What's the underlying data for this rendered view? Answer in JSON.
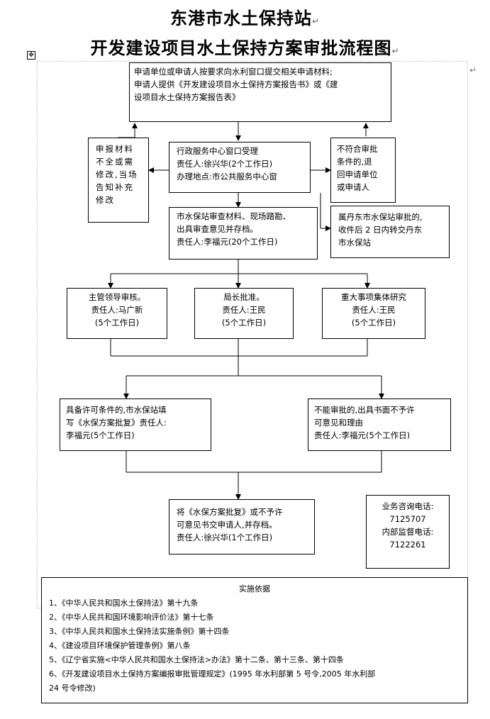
{
  "title": "东港市水土保持站",
  "subtitle": "开发建设项目水土保持方案审批流程图",
  "boxes": {
    "submit": [
      "申请单位或申请人按要求向水利窗口提交相关申请材料;",
      "申请人提供《开发建设项目水土保持方案报告书》或《建",
      "设项目水土保持方案报告表》"
    ],
    "incomplete": [
      "申报材料",
      "不全或需",
      "修改,当场",
      "告知补充",
      "修改"
    ],
    "window": [
      "行政服务中心窗口受理",
      "责任人:徐兴华(2个工作日)",
      "办理地点:市公共服务中心窗"
    ],
    "reject_return": [
      "不符合审批",
      "条件的,退",
      "回申请单位",
      "或申请人"
    ],
    "review": [
      "市水保站审查材料、现场踏勘、",
      "出具审查意见并存档。",
      "责任人:李福元(20个工作日)"
    ],
    "dandong": [
      "属丹东市水保站审批的,",
      "收件后 2 日内转交丹东",
      "市水保站"
    ],
    "leader": [
      "主管领导审核。",
      "责任人:马广新",
      "(5个工作日)"
    ],
    "director": [
      "局长批准。",
      "责任人:王民",
      "(5个工作日)"
    ],
    "major": [
      "重大事项集体研究",
      "责任人:王民",
      "(5个工作日)"
    ],
    "approve": [
      "具备许可条件的,市水保站填",
      "写《水保方案批复》责任人:",
      "李福元(5个工作日)"
    ],
    "deny": [
      "不能审批的,出具书面不予许",
      "可意见和理由",
      "责任人:李福元(5个工作日)"
    ],
    "deliver": [
      "将《水保方案批复》或不予许",
      "可意见书交申请人,并存档。",
      "责任人:徐兴华(1个工作日)"
    ],
    "contact": [
      "业务咨询电话:",
      "7125707",
      "内部监督电话:",
      "7122261"
    ]
  },
  "basis": {
    "heading": "实施依据",
    "items": [
      "1、《中华人民共和国水土保持法》第十九条",
      "2、《中华人民共和国环境影响评价法》第十七条",
      "3、《中华人民共和国水土保持法实施条例》第十四条",
      "4、《建设项目环境保护管理条例》第八条",
      "5、《辽宁省实施<中华人民共和国水土保持法>办法》第十二条、第十三条、第十四条",
      "6、《开发建设项目水土保持方案编报审批管理规定》(1995 年水利部第 5 号令,2005 年水利部",
      "24 号令修改)"
    ]
  }
}
